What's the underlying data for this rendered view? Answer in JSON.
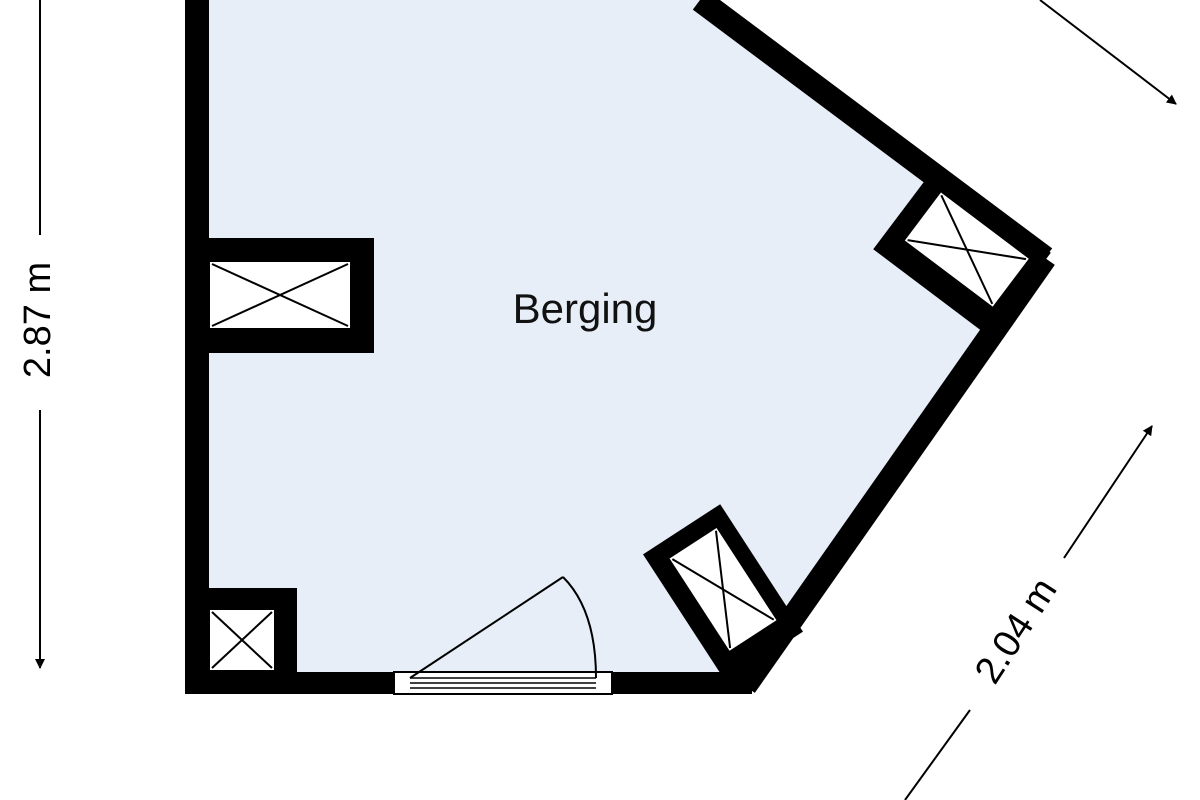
{
  "room": {
    "label": "Berging",
    "floor_color": "#e7eef8",
    "wall_color": "#000000"
  },
  "dimensions": {
    "left_height": "2.87 m",
    "diagonal_lower_right": "2.04 m"
  }
}
